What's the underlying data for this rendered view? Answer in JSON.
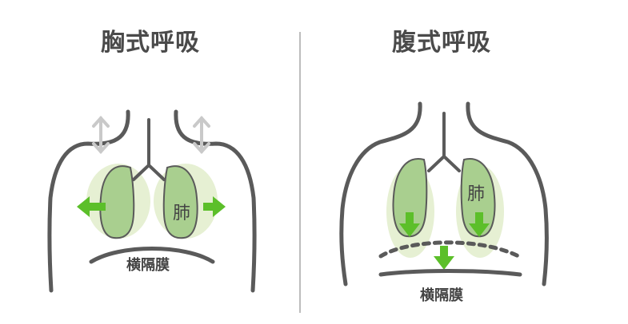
{
  "panels": {
    "left": {
      "title": "胸式呼吸",
      "lung_label": "肺",
      "diaphragm_label": "横隔膜"
    },
    "right": {
      "title": "腹式呼吸",
      "lung_label": "肺",
      "diaphragm_label": "横隔膜"
    }
  },
  "colors": {
    "outline": "#5a5a5a",
    "lung_fill": "#a9cf8f",
    "lung_halo": "#e6f0d3",
    "arrow_green": "#5cbf2a",
    "arrow_gray": "#c9c9c9",
    "divider": "#bdbdbd"
  },
  "icons": {
    "expand_arrow": "arrow-left-right-green",
    "shoulder_arrow": "arrow-up-down-gray",
    "down_arrow": "arrow-down-green"
  }
}
